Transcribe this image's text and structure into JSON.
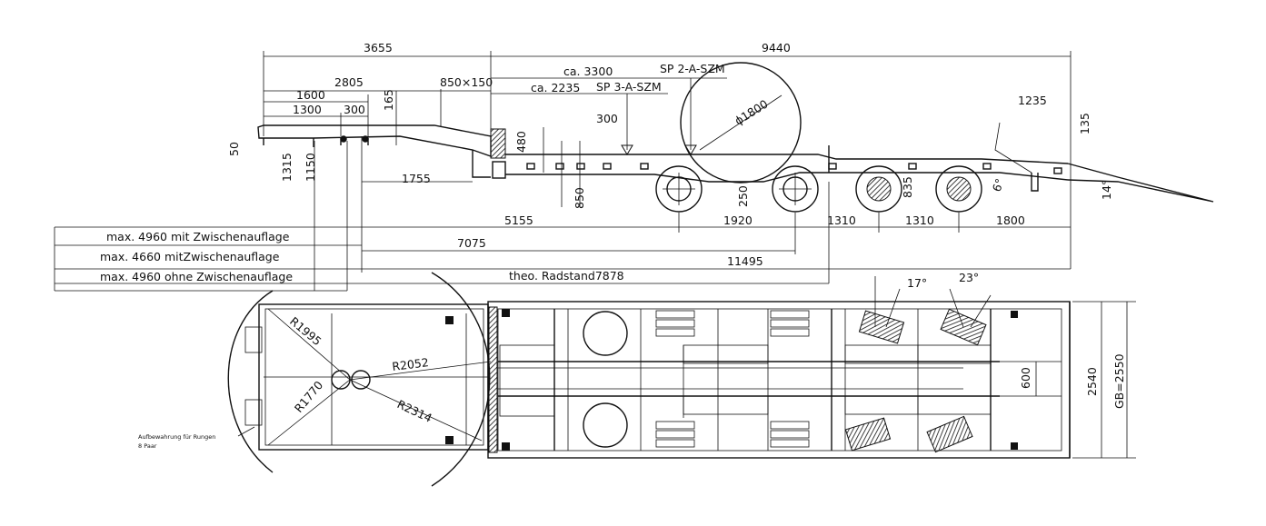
{
  "side_view": {
    "dimensions": {
      "d3655": "3655",
      "d9440": "9440",
      "d2805": "2805",
      "d850x150": "850×150",
      "d1600": "1600",
      "d1300": "1300",
      "d300a": "300",
      "d165": "165",
      "d50": "50",
      "d1315": "1315",
      "d1150": "1150",
      "d1755": "1755",
      "d480": "480",
      "d300b": "300",
      "d850": "850",
      "d250": "250",
      "d835": "835",
      "d1235": "1235",
      "d135": "135",
      "d14": "14°",
      "d6": "6°",
      "d5155": "5155",
      "d1920": "1920",
      "d1310a": "1310",
      "d1310b": "1310",
      "d1800": "1800",
      "d7075": "7075",
      "d11495": "11495",
      "wheel_diameter": "ϕ1800"
    },
    "notes": {
      "ca3300": "ca. 3300",
      "sp2": "SP 2-A-SZM",
      "ca2235": "ca. 2235",
      "sp3": "SP 3-A-SZM",
      "wheelbase": "theo. Radstand7878"
    },
    "table_rows": [
      "max. 4960 mit Zwischenauflage",
      "max. 4660 mitZwischenauflage",
      "max. 4960 ohne Zwischenauflage"
    ]
  },
  "plan_view": {
    "radii": {
      "r1995": "R1995",
      "r2052": "R2052",
      "r1770": "R1770",
      "r2314": "R2314"
    },
    "angles": {
      "a17": "17°",
      "a23": "23°"
    },
    "dimensions": {
      "d600": "600",
      "d2540": "2540",
      "gb": "GB=2550"
    },
    "storage_note_line1": "Aufbewahrung für Rungen",
    "storage_note_line2": "8 Paar"
  }
}
